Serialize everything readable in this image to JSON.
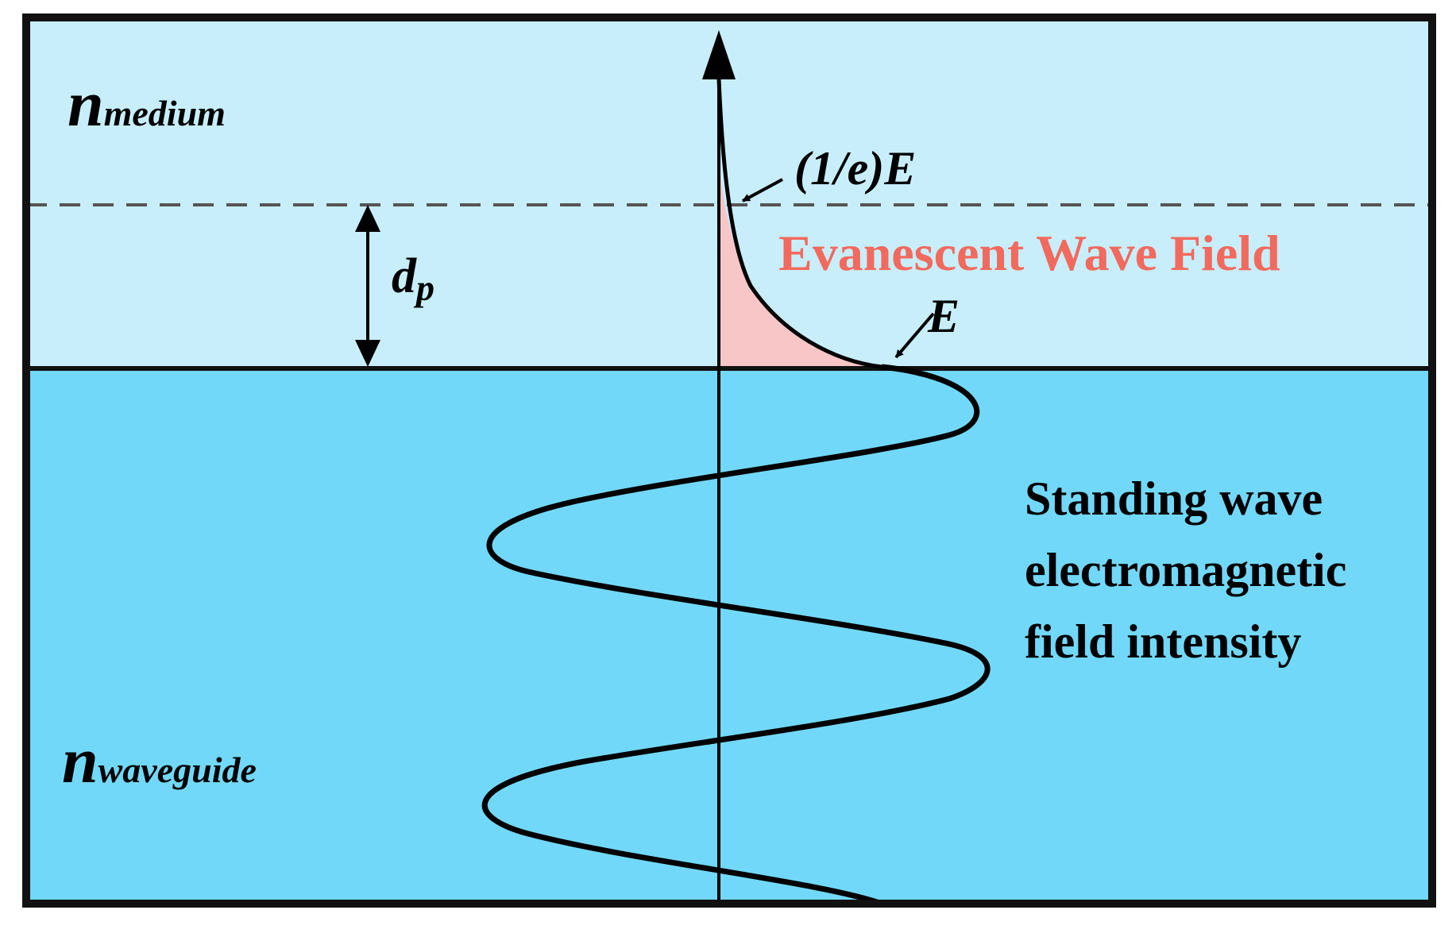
{
  "regions": {
    "medium": {
      "symbol": "n",
      "subscript": "medium",
      "fill": "#C8EEFB"
    },
    "waveguide": {
      "symbol": "n",
      "subscript": "waveguide",
      "fill": "#72D8F9"
    }
  },
  "penetration_depth": {
    "symbol": "d",
    "subscript": "p"
  },
  "markers": {
    "decayed_field": "(1/e)E",
    "surface_field": "E"
  },
  "evanescent": {
    "label": "Evanescent Wave Field",
    "color": "#F26A5E",
    "fill": "#F9C6C8"
  },
  "standing_wave": {
    "lines": [
      "Standing wave",
      "electromagnetic",
      "field intensity"
    ]
  },
  "colors": {
    "border": "#111111",
    "dashed_line": "#555555",
    "curve": "#000000"
  }
}
